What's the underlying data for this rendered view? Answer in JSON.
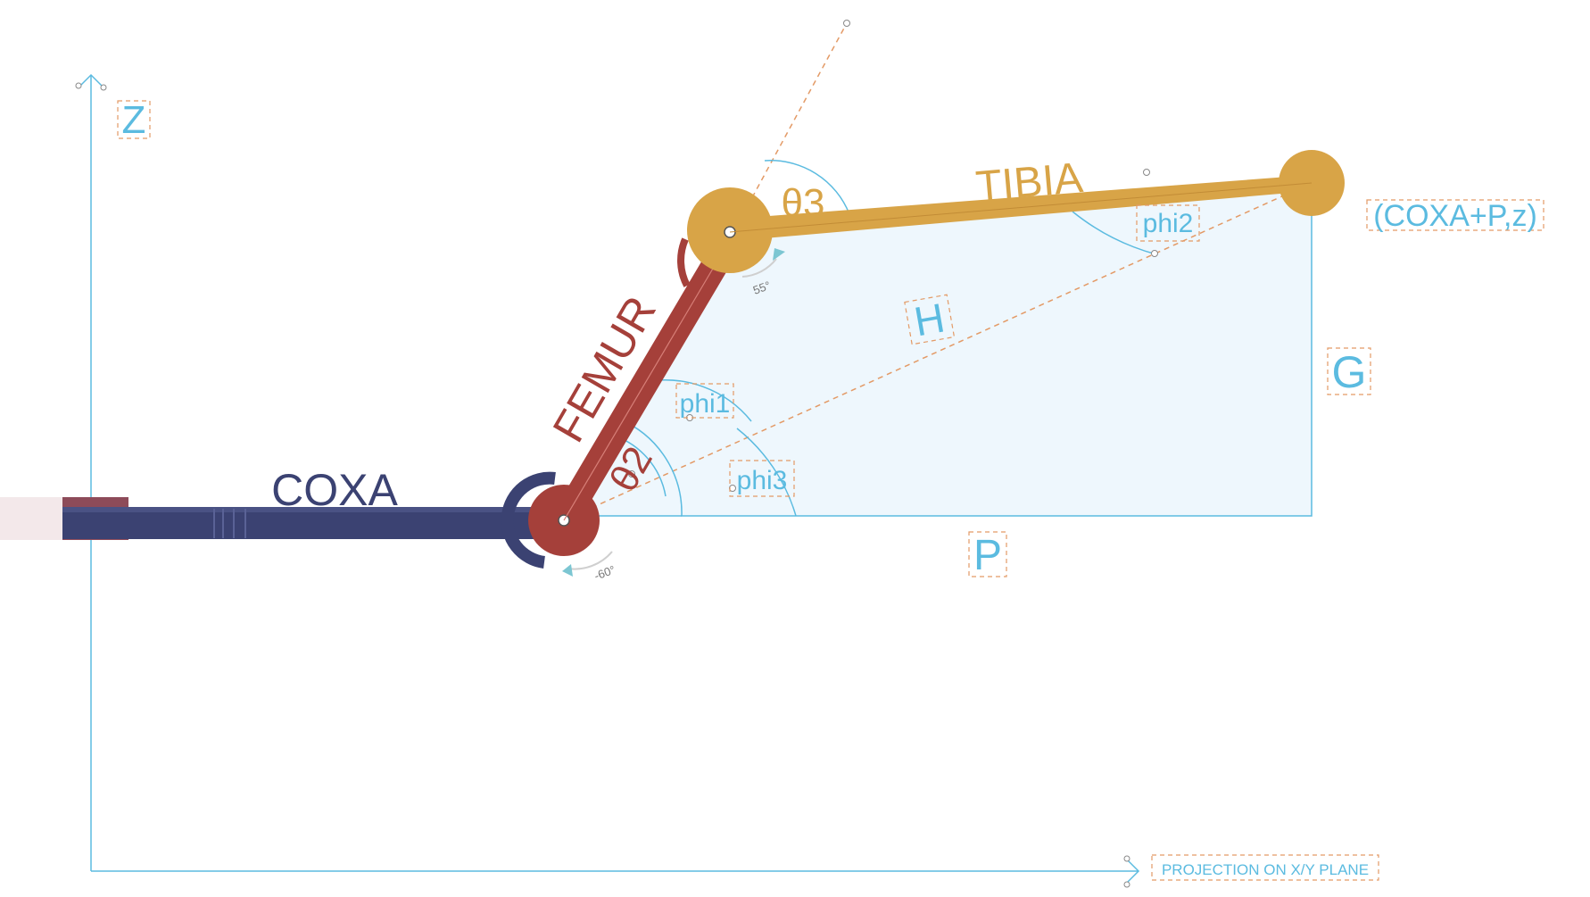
{
  "axes": {
    "z_label": "Z",
    "x_label": "PROJECTION ON X/Y PLANE"
  },
  "segments": {
    "coxa": "COXA",
    "femur": "FEMUR",
    "tibia": "TIBIA"
  },
  "angles": {
    "theta2": "θ2",
    "theta3": "θ3",
    "phi1": "phi1",
    "phi2": "phi2",
    "phi3": "phi3",
    "femur_rotation": "-60°",
    "tibia_rotation": "55°"
  },
  "dimensions": {
    "h": "H",
    "g": "G",
    "p": "P"
  },
  "foot_point": "(COXA+P,z)",
  "colors": {
    "coxa": "#3b4272",
    "femur": "#a5403a",
    "tibia": "#d8a447",
    "guide": "#5bbbe0",
    "dashed": "#e39a66",
    "fill": "#eef7fd"
  }
}
